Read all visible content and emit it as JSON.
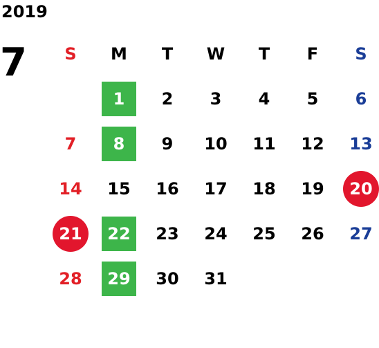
{
  "year": "2019",
  "month": "7",
  "colors": {
    "sunday": "#e21f26",
    "saturday": "#1a3d97",
    "weekday": "#000000",
    "green_highlight": "#3db54a",
    "red_circle": "#e2162d",
    "highlight_text": "#ffffff"
  },
  "weekdays": [
    "S",
    "M",
    "T",
    "W",
    "T",
    "F",
    "S"
  ],
  "weekday_colors": [
    "#e21f26",
    "#000000",
    "#000000",
    "#000000",
    "#000000",
    "#000000",
    "#1a3d97"
  ],
  "weeks": [
    [
      {
        "label": "",
        "style": ""
      },
      {
        "label": "1",
        "style": "green"
      },
      {
        "label": "2",
        "style": ""
      },
      {
        "label": "3",
        "style": ""
      },
      {
        "label": "4",
        "style": ""
      },
      {
        "label": "5",
        "style": ""
      },
      {
        "label": "6",
        "style": ""
      }
    ],
    [
      {
        "label": "7",
        "style": ""
      },
      {
        "label": "8",
        "style": "green"
      },
      {
        "label": "9",
        "style": ""
      },
      {
        "label": "10",
        "style": ""
      },
      {
        "label": "11",
        "style": ""
      },
      {
        "label": "12",
        "style": ""
      },
      {
        "label": "13",
        "style": ""
      }
    ],
    [
      {
        "label": "14",
        "style": ""
      },
      {
        "label": "15",
        "style": ""
      },
      {
        "label": "16",
        "style": ""
      },
      {
        "label": "17",
        "style": ""
      },
      {
        "label": "18",
        "style": ""
      },
      {
        "label": "19",
        "style": ""
      },
      {
        "label": "20",
        "style": "circle"
      }
    ],
    [
      {
        "label": "21",
        "style": "circle"
      },
      {
        "label": "22",
        "style": "green"
      },
      {
        "label": "23",
        "style": ""
      },
      {
        "label": "24",
        "style": ""
      },
      {
        "label": "25",
        "style": ""
      },
      {
        "label": "26",
        "style": ""
      },
      {
        "label": "27",
        "style": ""
      }
    ],
    [
      {
        "label": "28",
        "style": ""
      },
      {
        "label": "29",
        "style": "green"
      },
      {
        "label": "30",
        "style": ""
      },
      {
        "label": "31",
        "style": ""
      },
      {
        "label": "",
        "style": ""
      },
      {
        "label": "",
        "style": ""
      },
      {
        "label": "",
        "style": ""
      }
    ]
  ]
}
